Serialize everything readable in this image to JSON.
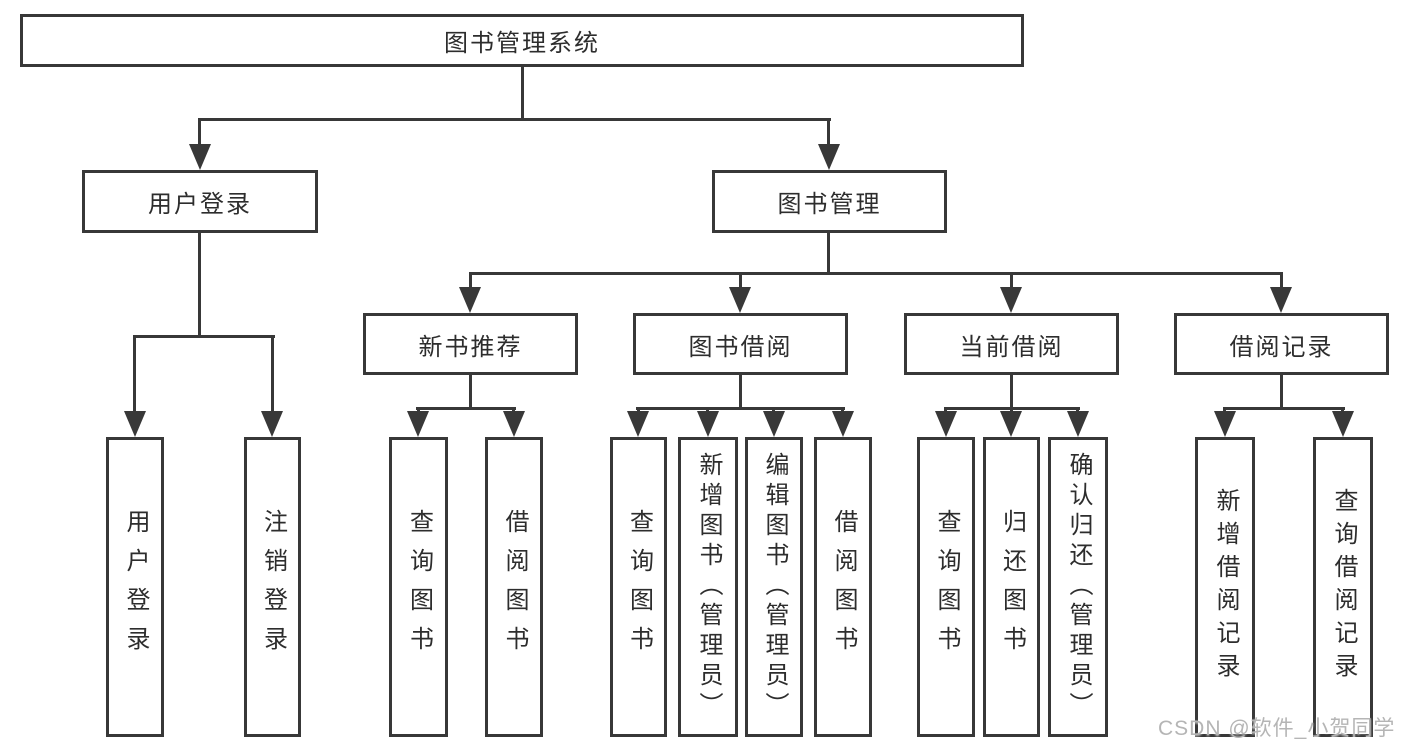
{
  "colors": {
    "line": "#383838",
    "border": "#383838",
    "text": "#2d2d2d",
    "watermark": "#b5b5b5",
    "background": "#ffffff"
  },
  "watermark": "CSDN @软件_小贺同学",
  "tree": {
    "label": "图书管理系统",
    "children": [
      {
        "label": "用户登录",
        "children": [
          {
            "label": "用户登录"
          },
          {
            "label": "注销登录"
          }
        ]
      },
      {
        "label": "图书管理",
        "children": [
          {
            "label": "新书推荐",
            "children": [
              {
                "label": "查询图书"
              },
              {
                "label": "借阅图书"
              }
            ]
          },
          {
            "label": "图书借阅",
            "children": [
              {
                "label": "查询图书"
              },
              {
                "label": "新增图书（管理员）"
              },
              {
                "label": "编辑图书（管理员）"
              },
              {
                "label": "借阅图书"
              }
            ]
          },
          {
            "label": "当前借阅",
            "children": [
              {
                "label": "查询图书"
              },
              {
                "label": "归还图书"
              },
              {
                "label": "确认归还（管理员）"
              }
            ]
          },
          {
            "label": "借阅记录",
            "children": [
              {
                "label": "新增借阅记录"
              },
              {
                "label": "查询借阅记录"
              }
            ]
          }
        ]
      }
    ]
  }
}
